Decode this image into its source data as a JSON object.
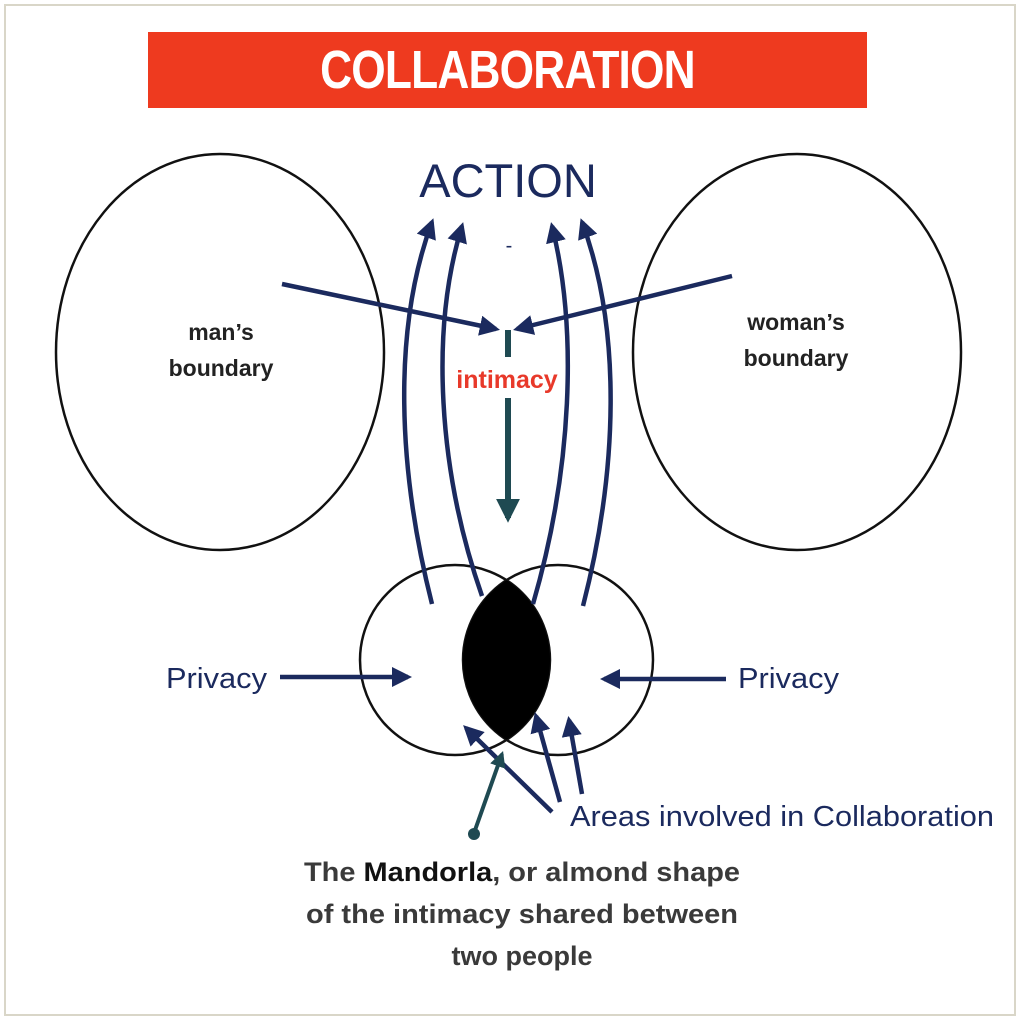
{
  "banner": {
    "title": "COLLABORATION"
  },
  "labels": {
    "action": "ACTION",
    "dash": "-",
    "intimacy": "intimacy",
    "man_boundary": [
      "man’s",
      "boundary"
    ],
    "woman_boundary": [
      "woman’s",
      "boundary"
    ],
    "privacy_left": "Privacy",
    "privacy_right": "Privacy",
    "areas": "Areas involved in Collaboration",
    "mandorla_line1_pre": "The ",
    "mandorla_line1_bold": "Mandorla",
    "mandorla_line1_post": ", or almond shape",
    "mandorla_line2": "of the intimacy shared between",
    "mandorla_line3": "two people"
  },
  "colors": {
    "banner": "#ee3a1f",
    "navy": "#1b2a5e",
    "intimacy_red": "#e8392a",
    "teal_arrow": "#1f4a52",
    "caption_gray": "#3a3a3a"
  }
}
